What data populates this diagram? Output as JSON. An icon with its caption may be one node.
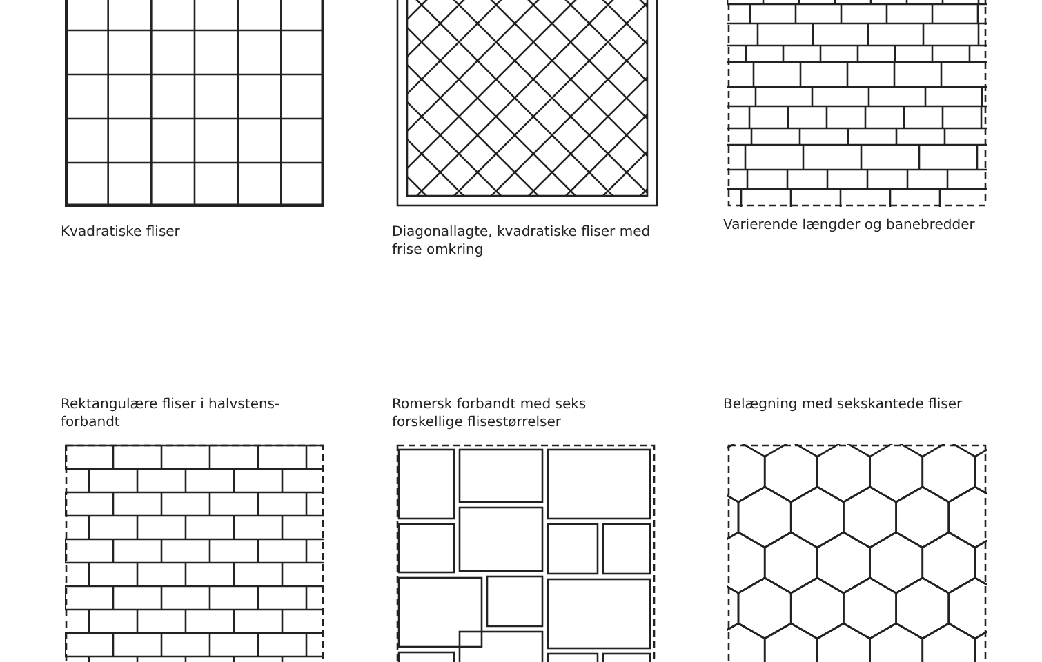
{
  "diagram": {
    "labels": [
      "Kvadratiske fliser",
      "Diagonallagte, kvadratiske fliser med frise omkring",
      "Varierende længder og banebredder",
      "Rektangulære fliser i halvstens- forbandt",
      "Romersk forbandt med seks forskellige flisestørrelser",
      "Belægning med sekskantede fliser"
    ]
  }
}
